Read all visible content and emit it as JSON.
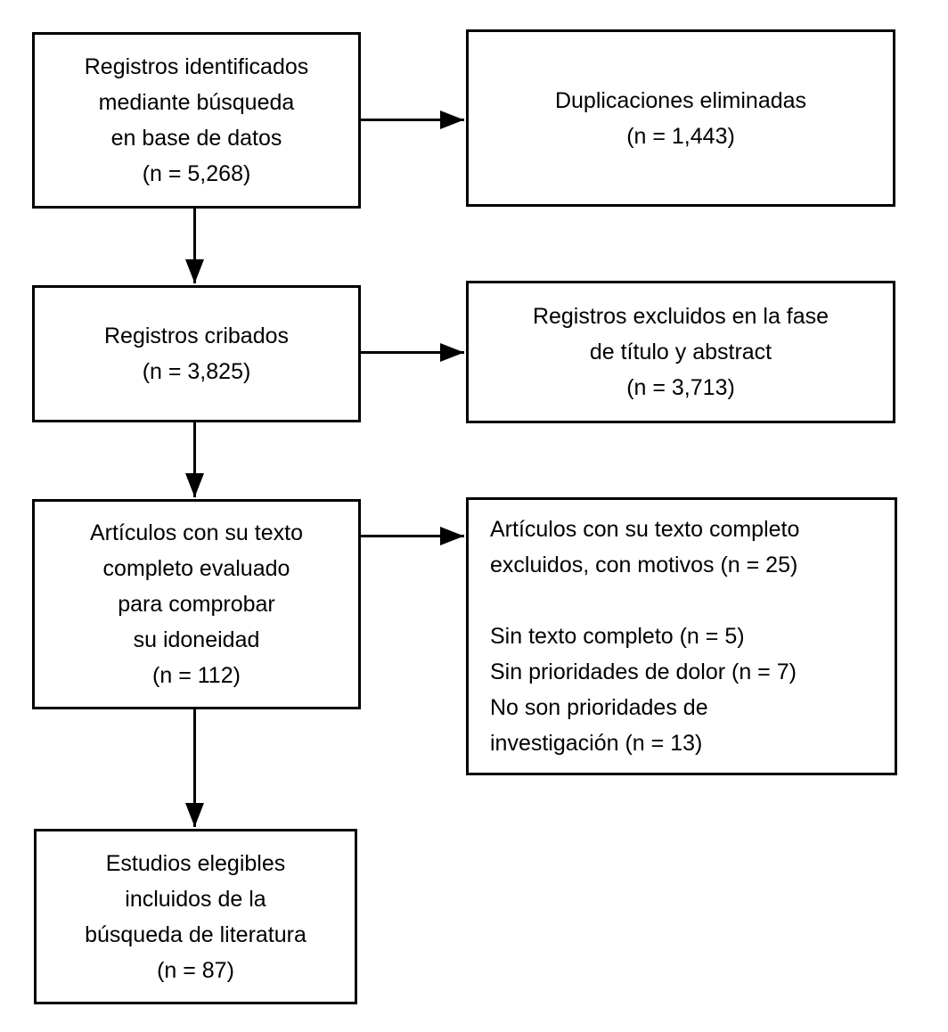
{
  "diagram": {
    "kind": "flowchart",
    "boxes": [
      {
        "id": "records-identified",
        "text": "Registros identificados\nmediante búsqueda\nen base de datos\n(n = 5,268)"
      },
      {
        "id": "duplicates-removed",
        "text": "Duplicaciones eliminadas\n(n = 1,443)"
      },
      {
        "id": "records-screened",
        "text": "Registros cribados\n(n = 3,825)"
      },
      {
        "id": "records-excluded-title-abstract",
        "text": "Registros excluidos en la fase\nde título y abstract\n(n = 3,713)"
      },
      {
        "id": "fulltext-assessed",
        "text": "Artículos con su texto\ncompleto evaluado\npara comprobar\nsu idoneidad\n(n = 112)"
      },
      {
        "id": "fulltext-excluded",
        "text": "Artículos con su texto completo\nexcluidos, con motivos (n = 25)\n\nSin texto completo (n = 5)\nSin prioridades de dolor (n = 7)\nNo son prioridades de\ninvestigación (n = 13)"
      },
      {
        "id": "studies-included",
        "text": "Estudios elegibles\nincluidos de la\nbúsqueda de literatura\n(n = 87)"
      }
    ],
    "connections": [
      {
        "from": "records-identified",
        "to": "duplicates-removed"
      },
      {
        "from": "records-identified",
        "to": "records-screened"
      },
      {
        "from": "records-screened",
        "to": "records-excluded-title-abstract"
      },
      {
        "from": "records-screened",
        "to": "fulltext-assessed"
      },
      {
        "from": "fulltext-assessed",
        "to": "fulltext-excluded"
      },
      {
        "from": "fulltext-assessed",
        "to": "studies-included"
      }
    ],
    "colors": {
      "line": "#000000",
      "box_border": "#000000",
      "background": "#ffffff",
      "text": "#000000"
    }
  }
}
